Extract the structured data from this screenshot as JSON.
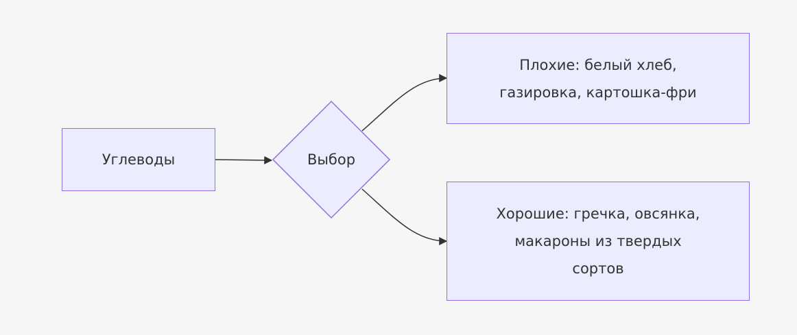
{
  "diagram": {
    "nodes": {
      "carbs": "Углеводы",
      "choice": "Выбор",
      "bad": "Плохие: белый хлеб, газировка, картошка-фри",
      "good": "Хорошие: гречка, овсянка, макароны из твердых сортов"
    },
    "edges": [
      {
        "from": "carbs",
        "to": "choice"
      },
      {
        "from": "choice",
        "to": "bad"
      },
      {
        "from": "choice",
        "to": "good"
      }
    ],
    "colors": {
      "node_fill": "#ececff",
      "node_border": "#9370db",
      "edge": "#333333",
      "background": "#f6f6f6"
    }
  }
}
